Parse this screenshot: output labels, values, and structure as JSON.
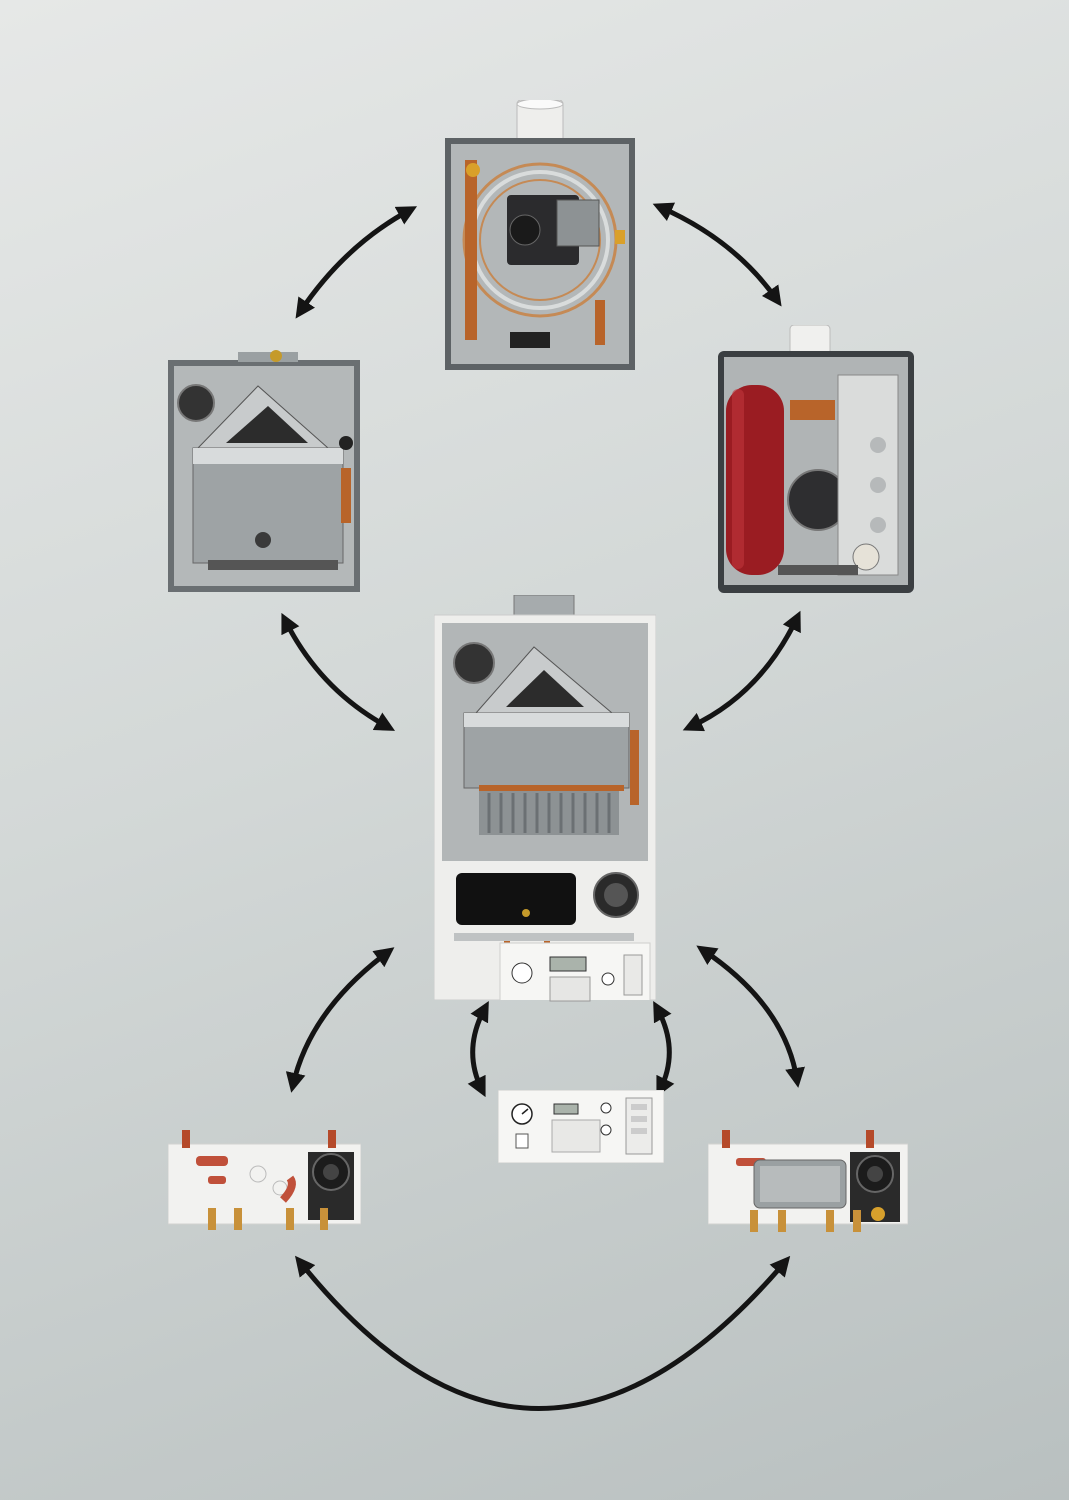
{
  "scene": {
    "kind": "photo-collage",
    "background": {
      "from": "#e6e8e7",
      "to": "#b9c0c0"
    },
    "colors": {
      "arrow": "#141414",
      "metal": "#a9aeb0",
      "metal_dark": "#7f8588",
      "frame": "#5f6467",
      "copper": "#b8642a",
      "expansion_vessel": "#9a1c22",
      "pump": "#2a2a2a",
      "panel_white": "#f4f4f2",
      "housing_black": "#111111"
    },
    "components": [
      {
        "id": "gas-valve-module",
        "icon": "gas-valve-unit-photo"
      },
      {
        "id": "burner-module",
        "icon": "burner-unit-photo"
      },
      {
        "id": "expansion-fan-module",
        "icon": "fan-expansion-vessel-photo"
      },
      {
        "id": "complete-boiler",
        "icon": "assembled-boiler-photo"
      },
      {
        "id": "control-panel",
        "icon": "control-panel-photo"
      },
      {
        "id": "hydraulic-block-left",
        "icon": "pump-manifold-photo"
      },
      {
        "id": "hydraulic-block-right",
        "icon": "pump-heat-exchanger-photo"
      }
    ],
    "arrows": [
      {
        "from": "burner-module",
        "to": "gas-valve-module",
        "icon": "double-arrow-icon"
      },
      {
        "from": "gas-valve-module",
        "to": "expansion-fan-module",
        "icon": "double-arrow-icon"
      },
      {
        "from": "burner-module",
        "to": "complete-boiler",
        "icon": "double-arrow-icon"
      },
      {
        "from": "expansion-fan-module",
        "to": "complete-boiler",
        "icon": "double-arrow-icon"
      },
      {
        "from": "complete-boiler",
        "to": "hydraulic-block-left",
        "icon": "double-arrow-icon"
      },
      {
        "from": "complete-boiler",
        "to": "control-panel",
        "icon": "double-arrow-icon"
      },
      {
        "from": "complete-boiler",
        "to": "hydraulic-block-right",
        "icon": "double-arrow-icon"
      },
      {
        "from": "hydraulic-block-left",
        "to": "hydraulic-block-right",
        "icon": "double-arrow-icon"
      }
    ]
  }
}
